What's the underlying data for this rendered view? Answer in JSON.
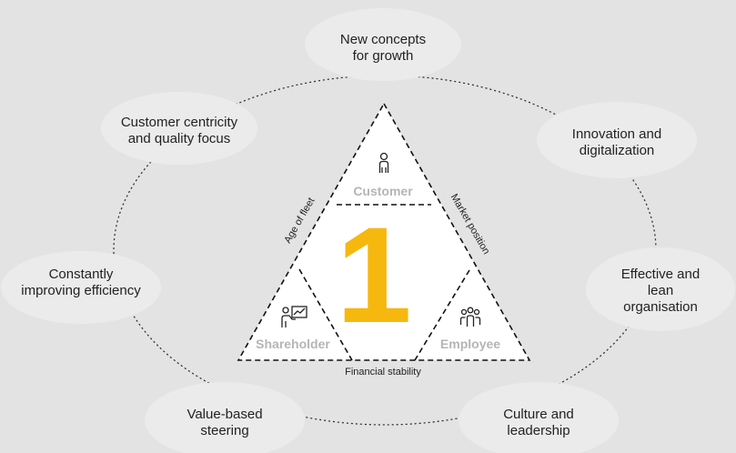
{
  "diagram": {
    "center": {
      "hash": "#",
      "number": "1"
    },
    "corners": {
      "top": "Customer",
      "left": "Shareholder",
      "right": "Employee"
    },
    "edges": {
      "left": "Age of fleet",
      "right": "Market position",
      "bottom": "Financial stability"
    },
    "ring_nodes": [
      {
        "id": "new-concepts",
        "lines": [
          "New concepts",
          "for growth"
        ]
      },
      {
        "id": "innovation",
        "lines": [
          "Innovation and",
          "digitalization"
        ]
      },
      {
        "id": "effective-lean",
        "lines": [
          "Effective and",
          "lean",
          "organisation"
        ]
      },
      {
        "id": "culture",
        "lines": [
          "Culture and",
          "leadership"
        ]
      },
      {
        "id": "value-based",
        "lines": [
          "Value-based",
          "steering"
        ]
      },
      {
        "id": "efficiency",
        "lines": [
          "Constantly",
          "improving efficiency"
        ]
      },
      {
        "id": "customer-centricity",
        "lines": [
          "Customer centricity",
          "and quality focus"
        ]
      }
    ],
    "colors": {
      "background": "#e3e3e3",
      "bubble": "#ebebeb",
      "triangle_fill": "#ffffff",
      "accent": "#f6b80f",
      "muted_label": "#b5b5b5"
    },
    "icons": [
      "person-icon",
      "presenter-chart-icon",
      "group-people-icon"
    ]
  }
}
